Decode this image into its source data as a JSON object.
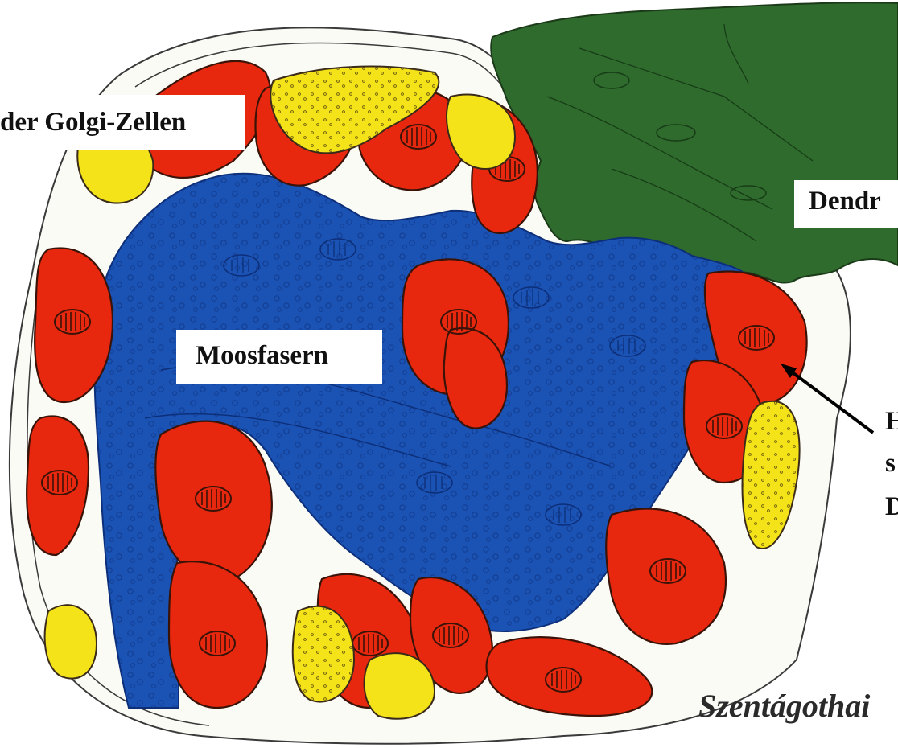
{
  "labels": {
    "golgi": "der Golgi-Zellen",
    "dendrite": "Dendr",
    "mossy": "Moosfasern",
    "side_line1": "H",
    "side_line2": "s",
    "side_line3": "D",
    "credit": "Szentágothai"
  },
  "colors": {
    "mossy_fiber": "#1b53b5",
    "dendrite": "#2e6b2d",
    "red_terminal": "#e8280e",
    "yellow_terminal": "#f4e318",
    "outline": "#3a2a1a",
    "background": "#ffffff"
  }
}
